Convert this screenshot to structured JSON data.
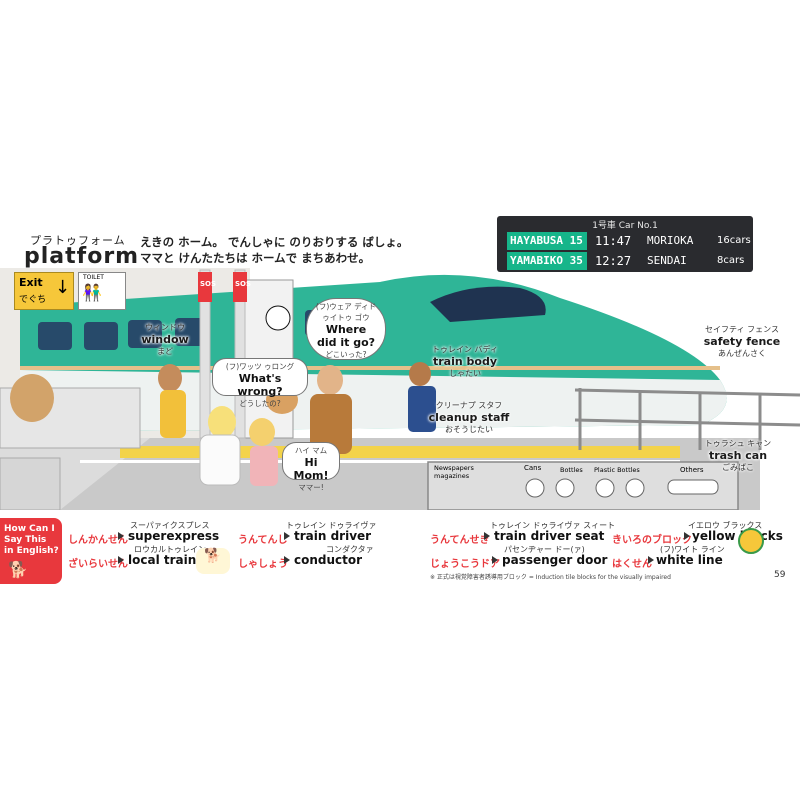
{
  "title": {
    "kana": "プラトゥフォーム",
    "text": "platform"
  },
  "intro": [
    "えきの ホーム。 でんしゃに のりおりする ばしょ。",
    "ママと けんたたちは ホームで まちあわせ。"
  ],
  "board": {
    "header": "1号車  Car No.1",
    "rows": [
      {
        "name": "HAYABUSA 15",
        "time": "11:47",
        "dest": "MORIOKA",
        "cars": "16cars"
      },
      {
        "name": "YAMABIKO 35",
        "time": "12:27",
        "dest": "SENDAI",
        "cars": "8cars"
      }
    ]
  },
  "signs": {
    "exit": "Exit",
    "exit_jp": "でぐち",
    "toilet": "TOILET",
    "sos": "SOS"
  },
  "labels": {
    "window": {
      "kana": "ウィンドウ",
      "en": "window",
      "jp": "まど"
    },
    "train_body": {
      "kana": "トゥレイン バディ",
      "en": "train body",
      "jp": "しゃたい"
    },
    "cleanup": {
      "kana": "クリーナプ スタフ",
      "en": "cleanup staff",
      "jp": "おそうじたい"
    },
    "fence": {
      "kana": "セイフティ フェンス",
      "en": "safety fence",
      "jp": "あんぜんさく"
    },
    "trash": {
      "kana": "トゥラシュ キャン",
      "en": "trash can",
      "jp": "ごみばこ"
    }
  },
  "bubbles": {
    "where": {
      "kana": "(フ)ウェア ディドゥイトゥ ゴウ",
      "en1": "Where",
      "en2": "did it go?",
      "jp": "どこいった?"
    },
    "wrong": {
      "kana": "(フ)ワッツ ゥロング",
      "en": "What's wrong?",
      "jp": "どうしたの?"
    },
    "mom": {
      "kana": "ハイ マム",
      "en": "Hi Mom!",
      "jp": "ママー!"
    }
  },
  "trash_labels": [
    "Newspapers magazines",
    "Cans",
    "Bottles",
    "Plastic Bottles",
    "Others"
  ],
  "vocab_tag": {
    "l1": "How Can I",
    "l2": "Say This",
    "l3": "in English?"
  },
  "vocab": [
    {
      "jp": "しんかんせん",
      "kana": "スーパァイクスプレス",
      "en": "superexpress"
    },
    {
      "jp": "ざいらいせん",
      "kana": "ロウカルトゥレイン",
      "en": "local train"
    },
    {
      "jp": "うんてんし",
      "kana": "トゥレイン ドゥライヴァ",
      "en": "train driver"
    },
    {
      "jp": "しゃしょう",
      "kana": "コンダクタァ",
      "en": "conductor"
    },
    {
      "jp": "うんてんせき",
      "kana": "トゥレイン ドゥライヴァ スィート",
      "en": "train driver seat"
    },
    {
      "jp": "じょうこうドア",
      "kana": "パセンヂャー ドー(ァ)",
      "en": "passenger door"
    },
    {
      "jp": "きいろのブロック",
      "kana": "イエロウ ブラックス",
      "en": "yellow blocks"
    },
    {
      "jp": "はくせん",
      "kana": "(フ)ワイト ライン",
      "en": "white line"
    }
  ],
  "footnote": "※ 正式は視覚障害者誘導用ブロック = Induction tile blocks for the visually impaired",
  "page_number": "59",
  "colors": {
    "train": "#2fb597",
    "accent": "#e8383d",
    "board": "#2a2b2f"
  }
}
